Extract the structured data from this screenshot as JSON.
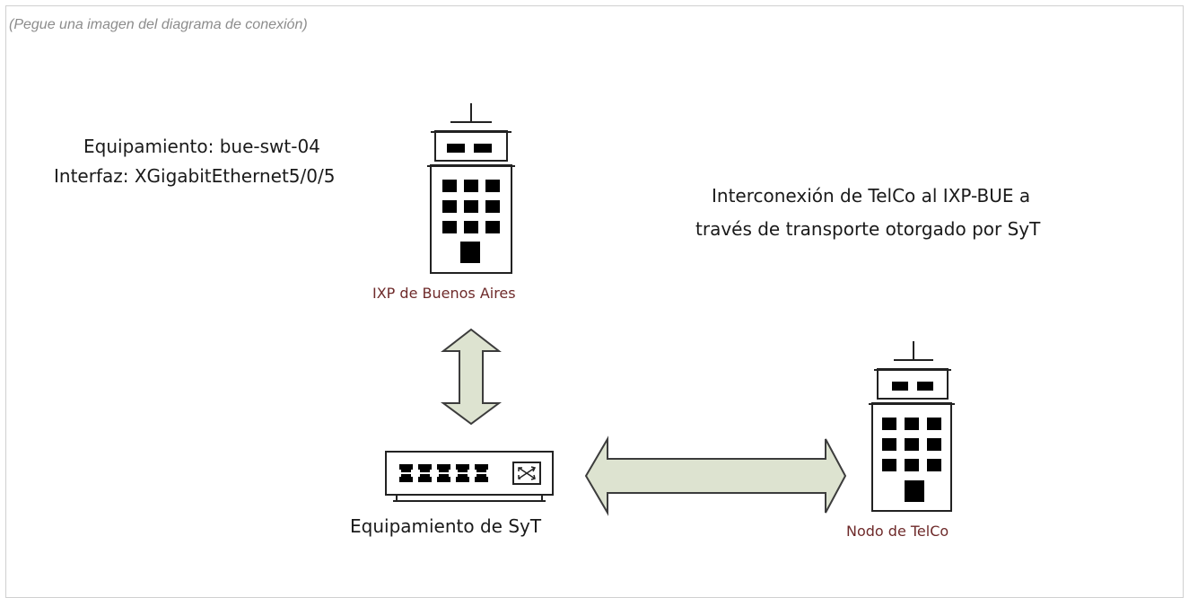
{
  "placeholder_text": "(Pegue una imagen del diagrama de conexión)",
  "ixp": {
    "equipment_line": "Equipamiento: bue-swt-04",
    "interface_line": "Interfaz: XGigabitEthernet5/0/5",
    "label": "IXP de Buenos Aires"
  },
  "description": {
    "line1": "Interconexión de TelCo al IXP-BUE a",
    "line2": "través de transporte otorgado por SyT"
  },
  "switch": {
    "label": "Equipamiento de SyT"
  },
  "node": {
    "label": "Nodo de TelCo"
  },
  "colors": {
    "arrow_fill": "#dde3d0",
    "arrow_stroke": "#3c3c3c",
    "site_label": "#6e2a2a"
  }
}
